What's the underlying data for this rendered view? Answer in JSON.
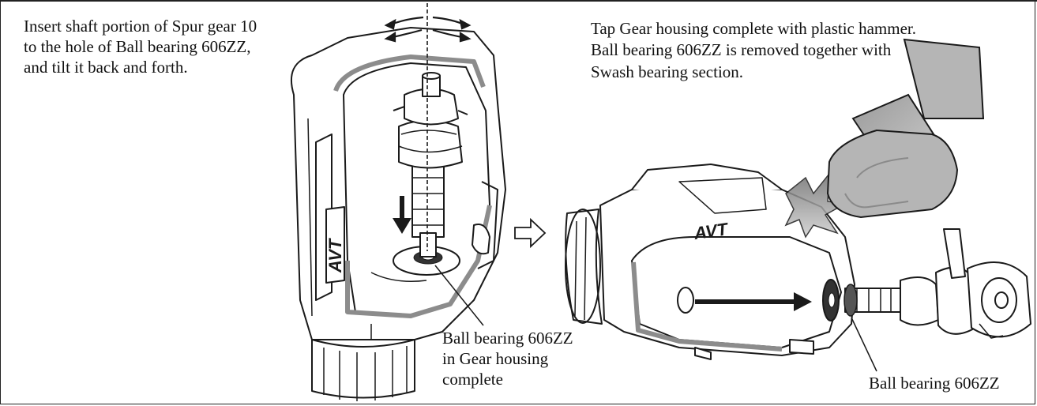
{
  "figure": {
    "instruction_left": [
      "Insert shaft portion of Spur gear 10",
      "to the hole of Ball bearing 606ZZ,",
      "and tilt it back and forth."
    ],
    "instruction_right": [
      "Tap Gear housing complete with plastic hammer.",
      "Ball bearing 606ZZ is removed together with",
      "Swash bearing section."
    ],
    "callout_left": [
      "Ball bearing 606ZZ",
      "in Gear housing",
      "complete"
    ],
    "callout_right": "Ball bearing 606ZZ",
    "logo_text": "AVT",
    "colors": {
      "line": "#1a1a1a",
      "housing_fill": "#ffffff",
      "shade": "#8c8c8c",
      "hammer": "#b5b5b5",
      "part_dark": "#555555"
    },
    "icons": [
      "tilt-arrows-icon",
      "down-arrow-icon",
      "hollow-right-arrow-icon",
      "right-arrow-icon",
      "impact-burst-icon"
    ]
  }
}
